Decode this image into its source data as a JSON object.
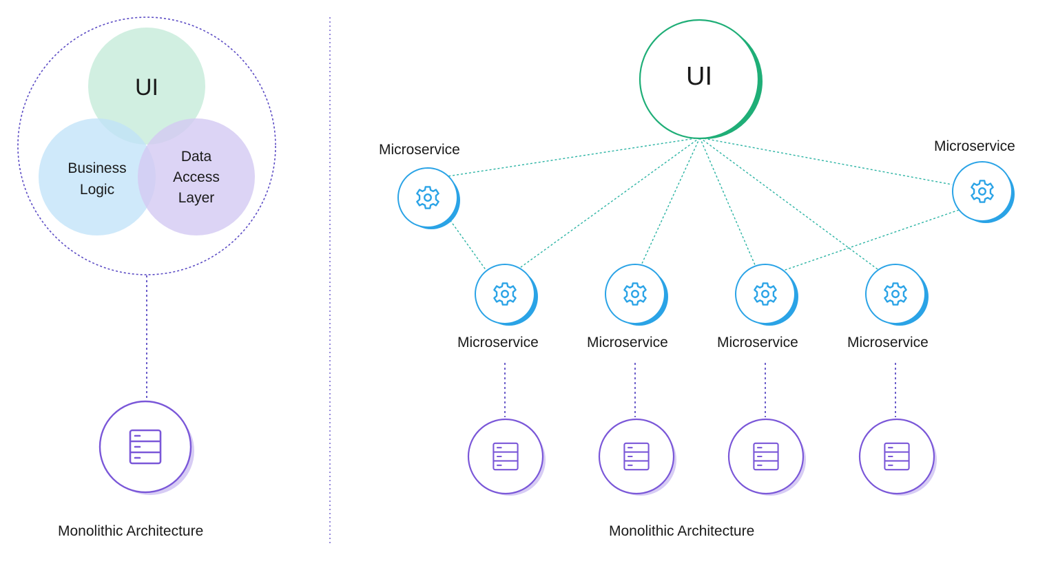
{
  "monolith": {
    "venn": {
      "ui_label": "UI",
      "business_line1": "Business",
      "business_line2": "Logic",
      "data_line1": "Data",
      "data_line2": "Access",
      "data_line3": "Layer"
    },
    "caption": "Monolithic Architecture",
    "database_icon": "server-stack-icon"
  },
  "microservices": {
    "ui_label": "UI",
    "service_label": "Microservice",
    "service_labels": [
      "Microservice",
      "Microservice",
      "Microservice",
      "Microservice",
      "Microservice",
      "Microservice"
    ],
    "caption": "Monolithic Architecture",
    "service_icon": "gear-icon",
    "database_icon": "server-stack-icon"
  },
  "colors": {
    "ui_green": "#1fae77",
    "venn_green": "#c9ecdc",
    "venn_blue": "#bfe2f8",
    "venn_purple": "#d3c9f2",
    "service_blue": "#2aa3e6",
    "db_purple": "#7a57d8",
    "dashed_line": "#2ab3a3",
    "divider": "#7a6bd0"
  }
}
